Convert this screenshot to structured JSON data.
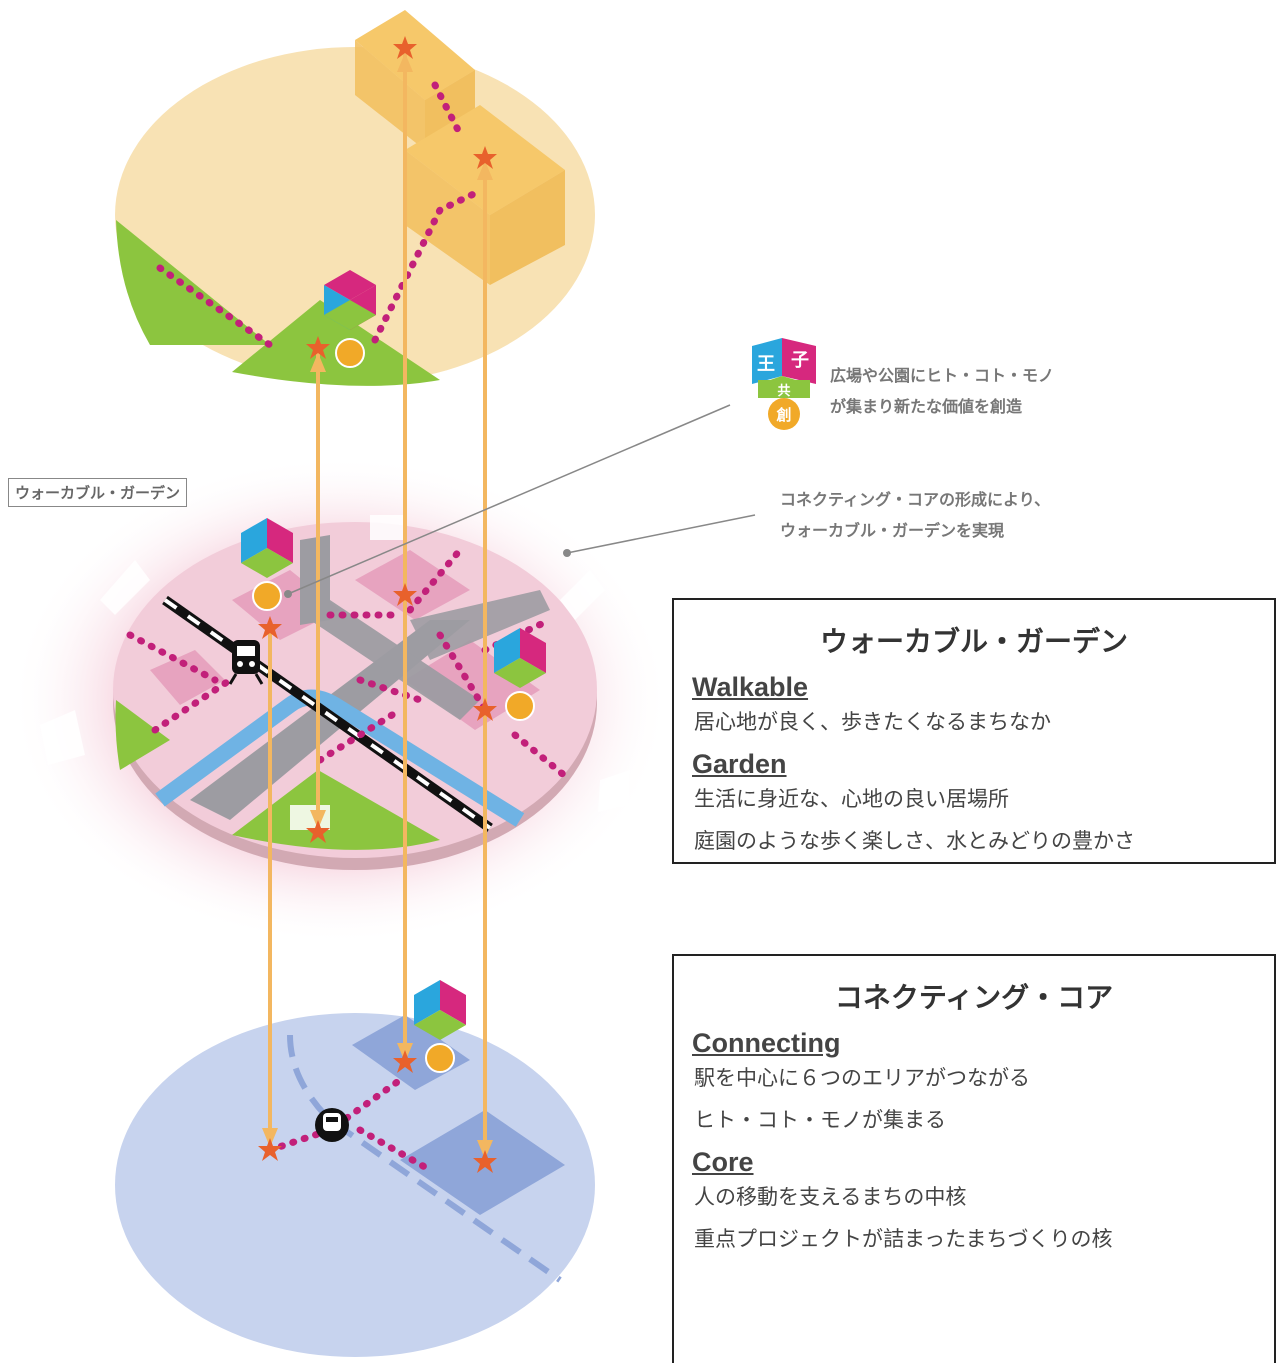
{
  "left_label": "ウォーカブル・ガーデン",
  "callouts": {
    "logo_chars": [
      "王",
      "子",
      "共",
      "創"
    ],
    "logo_line1": "広場や公園にヒト・コト・モノ",
    "logo_line2": "が集まり新たな価値を創造",
    "cc_line1": "コネクティング・コアの形成により、",
    "cc_line2": "ウォーカブル・ガーデンを実現"
  },
  "box_walkable": {
    "title": "ウォーカブル・ガーデン",
    "term1": "Walkable",
    "desc1": "居心地が良く、歩きたくなるまちなか",
    "term2": "Garden",
    "desc2a": "生活に身近な、心地の良い居場所",
    "desc2b": "庭園のような歩く楽しさ、水とみどりの豊かさ"
  },
  "box_connecting": {
    "title": "コネクティング・コア",
    "term1": "Connecting",
    "desc1a": "駅を中心に６つのエリアがつながる",
    "desc1b": "ヒト・コト・モノが集まる",
    "term2": "Core",
    "desc2a": "人の移動を支えるまちの中核",
    "desc2b": "重点プロジェクトが詰まったまちづくりの核"
  },
  "colors": {
    "top_layer": "#f8e2b4",
    "mid_layer": "#f2ccd9",
    "bottom_layer": "#c7d3ee",
    "green": "#8cc53f",
    "dot_magenta": "#c2207a",
    "arrow_orange": "#f3b760",
    "star": "#e8612c"
  }
}
